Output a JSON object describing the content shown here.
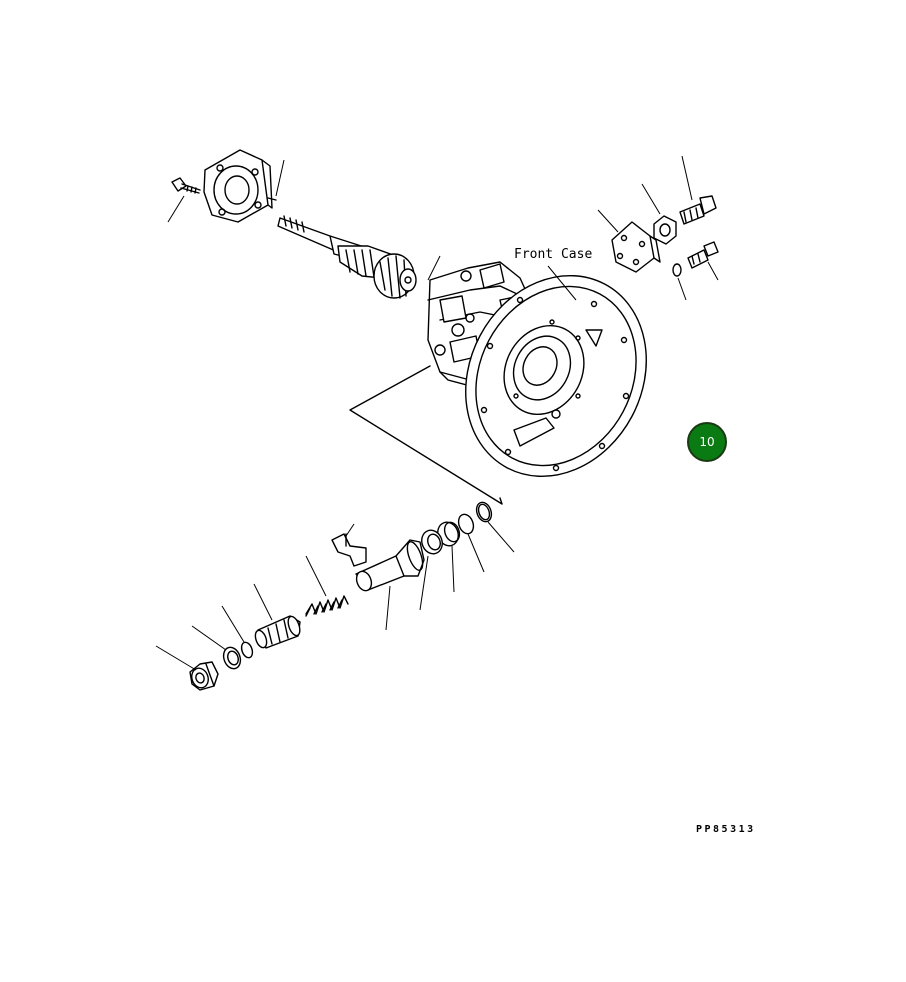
{
  "diagram": {
    "label_front_case": "Front Case",
    "drawing_code": "PP85313",
    "callout_number": "10",
    "callout_color": "#0a7a12"
  }
}
